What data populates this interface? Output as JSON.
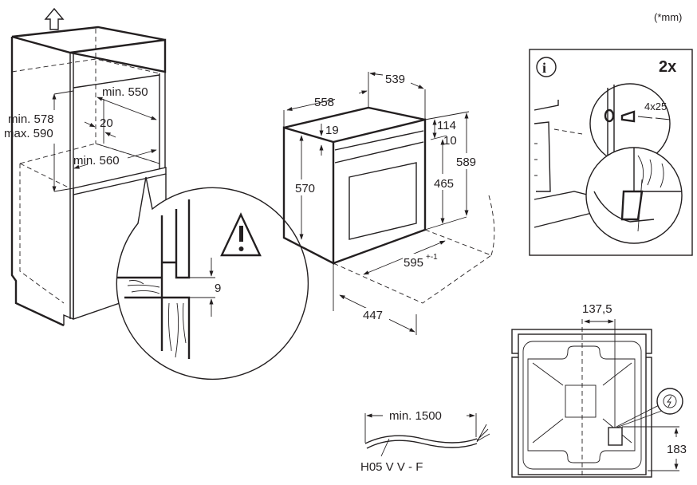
{
  "units_note": "(*mm)",
  "cabinet_view": {
    "height_min": "min. 578",
    "height_max": "max. 590",
    "depth_min": "min. 550",
    "vent_gap": "20",
    "width_min": "min. 560",
    "airflow_icon": "arrow-up-icon"
  },
  "detail_circle": {
    "gap": "9",
    "warning_icon": "warning-triangle-icon"
  },
  "oven_view": {
    "depth_total": "558",
    "depth_body": "539",
    "top_panel": "19",
    "panel_height": "114",
    "panel_gap": "10",
    "body_height": "570",
    "cavity_height": "465",
    "front_height": "589",
    "width": "595",
    "width_tolerance": "+-1",
    "door_swing": "447"
  },
  "fixing_panel": {
    "info_icon": "info-icon",
    "quantity": "2x",
    "screw_size": "4x25"
  },
  "cable": {
    "length": "min. 1500",
    "type": "H05 V V - F"
  },
  "rear_view": {
    "offset_x": "137,5",
    "offset_y": "183",
    "power_icon": "lightning-icon"
  }
}
